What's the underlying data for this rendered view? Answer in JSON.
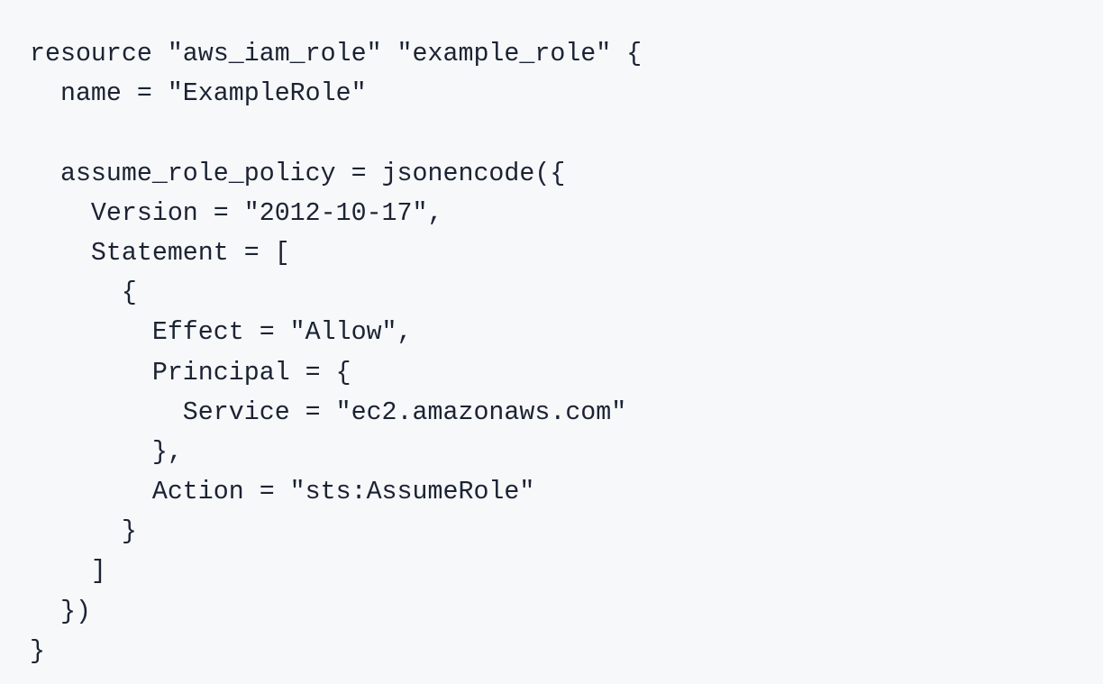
{
  "code_block": {
    "lines": [
      "resource \"aws_iam_role\" \"example_role\" {",
      "  name = \"ExampleRole\"",
      "",
      "  assume_role_policy = jsonencode({",
      "    Version = \"2012-10-17\",",
      "    Statement = [",
      "      {",
      "        Effect = \"Allow\",",
      "        Principal = {",
      "          Service = \"ec2.amazonaws.com\"",
      "        },",
      "        Action = \"sts:AssumeRole\"",
      "      }",
      "    ]",
      "  })",
      "}"
    ]
  }
}
